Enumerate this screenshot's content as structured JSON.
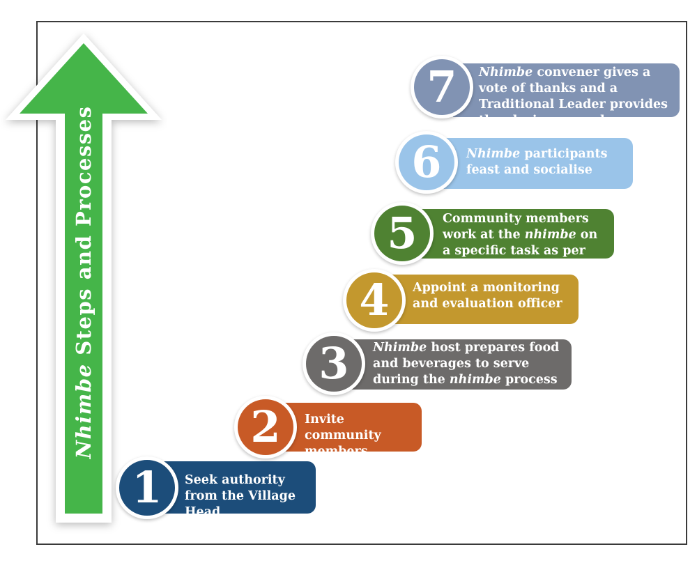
{
  "arrow": {
    "title_italic": "Nhimbe",
    "title_rest": " Steps and Processes",
    "color": "#45b549"
  },
  "steps": [
    {
      "number": "1",
      "color": "#1c4d7a",
      "text": [
        {
          "t": "Seek authority from the Village Head"
        }
      ]
    },
    {
      "number": "2",
      "color": "#c85a26",
      "text": [
        {
          "t": "Invite community members"
        }
      ]
    },
    {
      "number": "3",
      "color": "#6d6b6a",
      "text": [
        {
          "t": "Nhimbe",
          "i": true
        },
        {
          "t": " host prepares food and beverages to serve during the "
        },
        {
          "t": "nhimbe",
          "i": true
        },
        {
          "t": " process"
        }
      ]
    },
    {
      "number": "4",
      "color": "#c3982e",
      "text": [
        {
          "t": "Appoint a monitoring and evaluation officer"
        }
      ]
    },
    {
      "number": "5",
      "color": "#4f8232",
      "text": [
        {
          "t": "Community members work at the "
        },
        {
          "t": "nhimbe",
          "i": true
        },
        {
          "t": " on a specific task as per the host’s plan"
        }
      ]
    },
    {
      "number": "6",
      "color": "#9ac4e9",
      "text": [
        {
          "t": "Nhimbe",
          "i": true
        },
        {
          "t": " participants feast and socialise"
        }
      ]
    },
    {
      "number": "7",
      "color": "#8193b3",
      "text": [
        {
          "t": "Nhimbe",
          "i": true
        },
        {
          "t": " convener gives a vote of thanks and a Traditional Leader provides the closing remarks"
        }
      ]
    }
  ]
}
